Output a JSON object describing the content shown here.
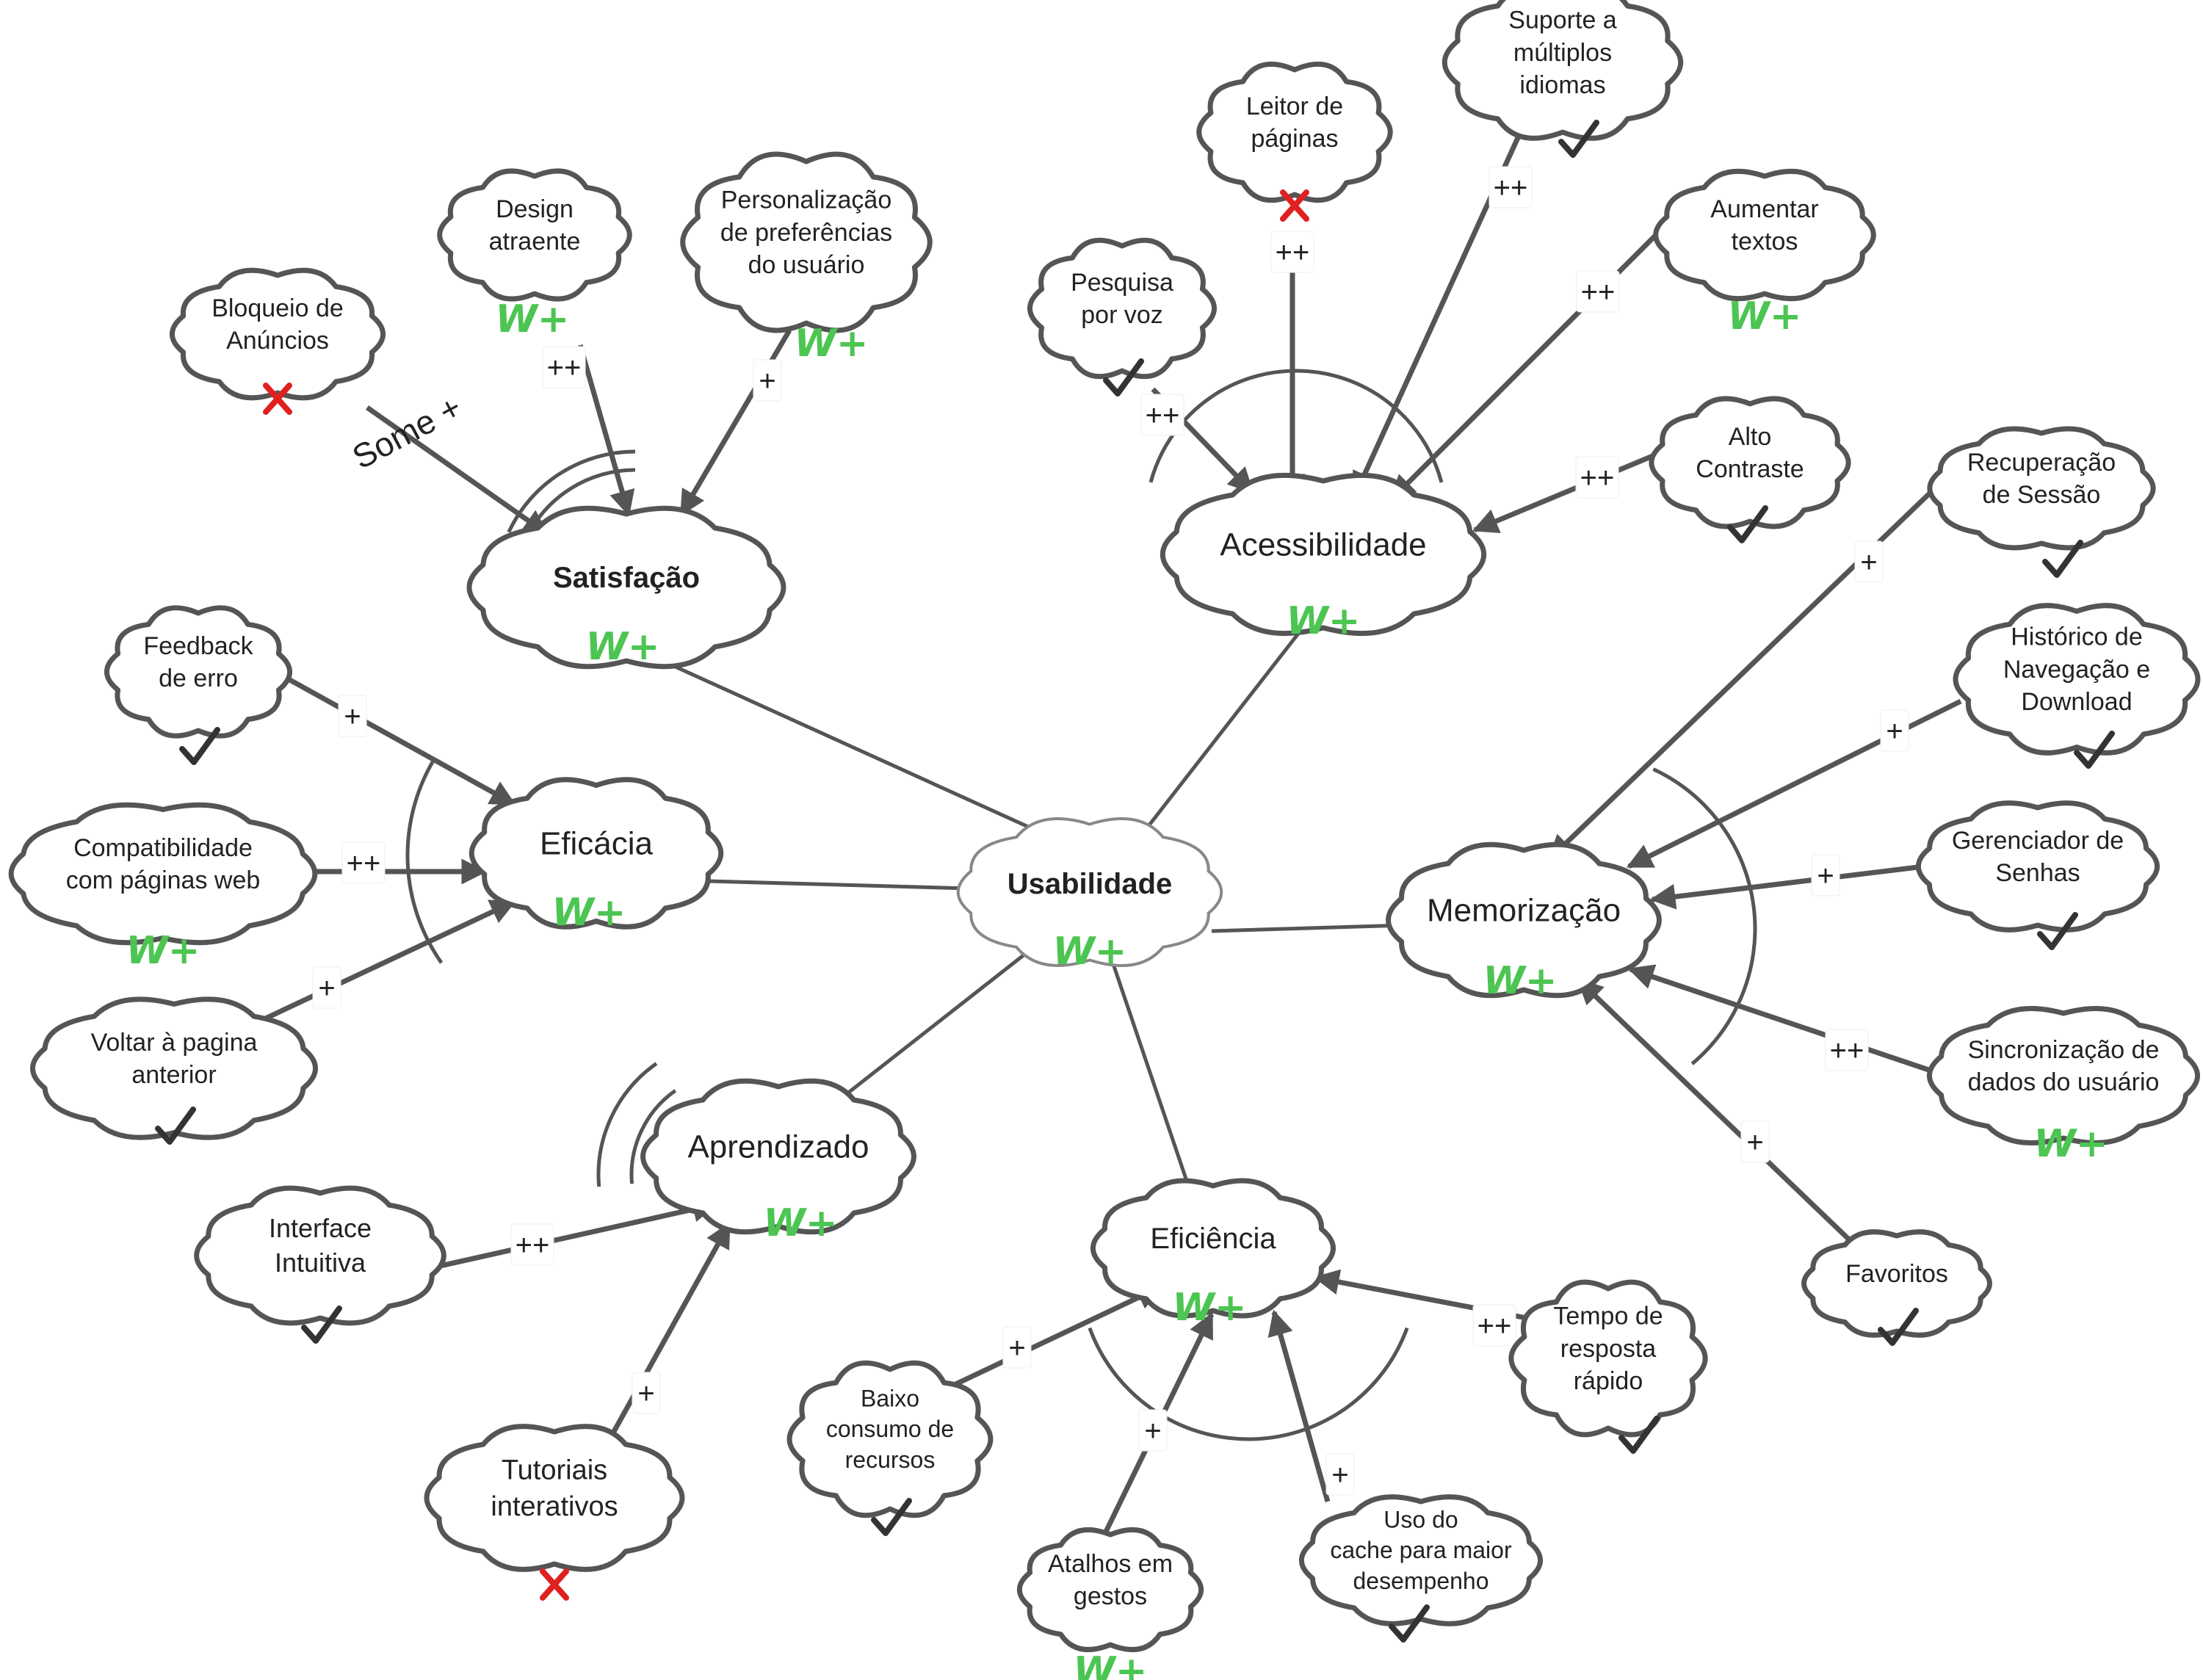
{
  "marks": {
    "w_plus": "W+",
    "check": "✓",
    "cross": "✗"
  },
  "colors": {
    "line": "#555555",
    "cloud_stroke": "#555555",
    "w_plus": "#4cc552",
    "cross": "#e02020",
    "check": "#333333"
  },
  "center": {
    "label": "Usabilidade",
    "mark": "w_plus"
  },
  "softgoals": [
    {
      "id": "satisfacao",
      "label": "Satisfação",
      "mark": "w_plus"
    },
    {
      "id": "acessibilidade",
      "label": "Acessibilidade",
      "mark": "w_plus"
    },
    {
      "id": "eficacia",
      "label": "Eficácia",
      "mark": "w_plus"
    },
    {
      "id": "memorizacao",
      "label": "Memorização",
      "mark": "w_plus"
    },
    {
      "id": "aprendizado",
      "label": "Aprendizado",
      "mark": "w_plus"
    },
    {
      "id": "eficiencia",
      "label": "Eficiência",
      "mark": "w_plus"
    }
  ],
  "leaves": [
    {
      "id": "bloqueio",
      "lines": [
        "Bloqueio de",
        "Anúncios"
      ],
      "mark": "cross",
      "target": "satisfacao",
      "contribution": "Some +"
    },
    {
      "id": "design",
      "lines": [
        "Design",
        "atraente"
      ],
      "mark": "w_plus",
      "target": "satisfacao",
      "contribution": "++"
    },
    {
      "id": "personalizacao",
      "lines": [
        "Personalização",
        "de preferências",
        "do usuário"
      ],
      "mark": "w_plus",
      "target": "satisfacao",
      "contribution": "+"
    },
    {
      "id": "pesquisa",
      "lines": [
        "Pesquisa",
        "por voz"
      ],
      "mark": "check",
      "target": "acessibilidade",
      "contribution": "++"
    },
    {
      "id": "leitor",
      "lines": [
        "Leitor de",
        "páginas"
      ],
      "mark": "cross",
      "target": "acessibilidade",
      "contribution": "++"
    },
    {
      "id": "idiomas",
      "lines": [
        "Suporte a",
        "múltiplos",
        "idiomas"
      ],
      "mark": "check",
      "target": "acessibilidade",
      "contribution": "++"
    },
    {
      "id": "aumentar",
      "lines": [
        "Aumentar",
        "textos"
      ],
      "mark": "w_plus",
      "target": "acessibilidade",
      "contribution": "++"
    },
    {
      "id": "contraste",
      "lines": [
        "Alto",
        "Contraste"
      ],
      "mark": "check",
      "target": "acessibilidade",
      "contribution": "++"
    },
    {
      "id": "feedback",
      "lines": [
        "Feedback",
        "de erro"
      ],
      "mark": "check",
      "target": "eficacia",
      "contribution": "+"
    },
    {
      "id": "compat",
      "lines": [
        "Compatibilidade",
        "com páginas web"
      ],
      "mark": "w_plus",
      "target": "eficacia",
      "contribution": "++"
    },
    {
      "id": "voltar",
      "lines": [
        "Voltar à pagina",
        "anterior"
      ],
      "mark": "check",
      "target": "eficacia",
      "contribution": "+"
    },
    {
      "id": "recuperacao",
      "lines": [
        "Recuperação",
        "de Sessão"
      ],
      "mark": "check",
      "target": "memorizacao",
      "contribution": "+"
    },
    {
      "id": "historico",
      "lines": [
        "Histórico de",
        "Navegação e",
        "Download"
      ],
      "mark": "check",
      "target": "memorizacao",
      "contribution": "+"
    },
    {
      "id": "senhas",
      "lines": [
        "Gerenciador de",
        "Senhas"
      ],
      "mark": "check",
      "target": "memorizacao",
      "contribution": "+"
    },
    {
      "id": "sincronizacao",
      "lines": [
        "Sincronização de",
        "dados do usuário"
      ],
      "mark": "w_plus",
      "target": "memorizacao",
      "contribution": "++"
    },
    {
      "id": "favoritos",
      "lines": [
        "Favoritos"
      ],
      "mark": "check",
      "target": "memorizacao",
      "contribution": "+"
    },
    {
      "id": "interface",
      "lines": [
        "Interface",
        "Intuitiva"
      ],
      "mark": "check",
      "target": "aprendizado",
      "contribution": "++"
    },
    {
      "id": "tutoriais",
      "lines": [
        "Tutoriais",
        "interativos"
      ],
      "mark": "cross",
      "target": "aprendizado",
      "contribution": "+"
    },
    {
      "id": "baixo",
      "lines": [
        "Baixo",
        "consumo de",
        "recursos"
      ],
      "mark": "check",
      "target": "eficiencia",
      "contribution": "+"
    },
    {
      "id": "atalhos",
      "lines": [
        "Atalhos em",
        "gestos"
      ],
      "mark": "w_plus",
      "target": "eficiencia",
      "contribution": "+"
    },
    {
      "id": "cache",
      "lines": [
        "Uso do",
        "cache para maior",
        "desempenho"
      ],
      "mark": "check",
      "target": "eficiencia",
      "contribution": "+"
    },
    {
      "id": "tempo",
      "lines": [
        "Tempo de",
        "resposta",
        "rápido"
      ],
      "mark": "check",
      "target": "eficiencia",
      "contribution": "++"
    }
  ]
}
